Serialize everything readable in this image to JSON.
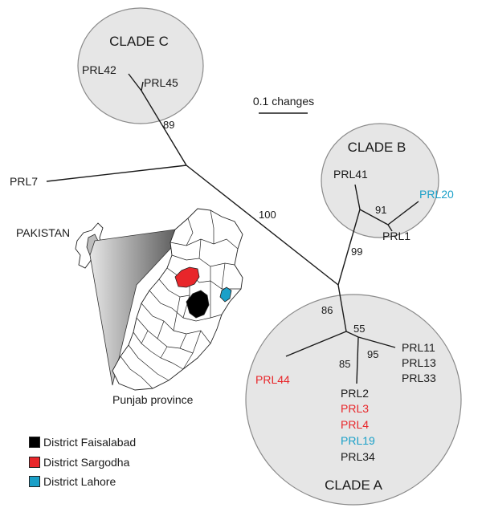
{
  "colors": {
    "faisalabad": "#000000",
    "sargodha": "#e8262a",
    "lahore": "#1aa0c8",
    "default_text": "#1a1a1a",
    "clade_fill": "#e6e6e6"
  },
  "scale_label": "0.1 changes",
  "clades": {
    "a": "CLADE A",
    "b": "CLADE B",
    "c": "CLADE C"
  },
  "taxa": {
    "prl42": "PRL42",
    "prl45": "PRL45",
    "prl7": "PRL7",
    "prl41": "PRL41",
    "prl20": "PRL20",
    "prl1": "PRL1",
    "prl11": "PRL11",
    "prl13": "PRL13",
    "prl33": "PRL33",
    "prl44": "PRL44",
    "prl2": "PRL2",
    "prl3": "PRL3",
    "prl4": "PRL4",
    "prl19": "PRL19",
    "prl34": "PRL34"
  },
  "support": {
    "s89": "89",
    "s100": "100",
    "s91": "91",
    "s99": "99",
    "s86": "86",
    "s55": "55",
    "s85": "85",
    "s95": "95"
  },
  "map": {
    "country": "PAKISTAN",
    "province": "Punjab province"
  },
  "legend": {
    "faisalabad": "District Faisalabad",
    "sargodha": "District Sargodha",
    "lahore": "District Lahore"
  }
}
